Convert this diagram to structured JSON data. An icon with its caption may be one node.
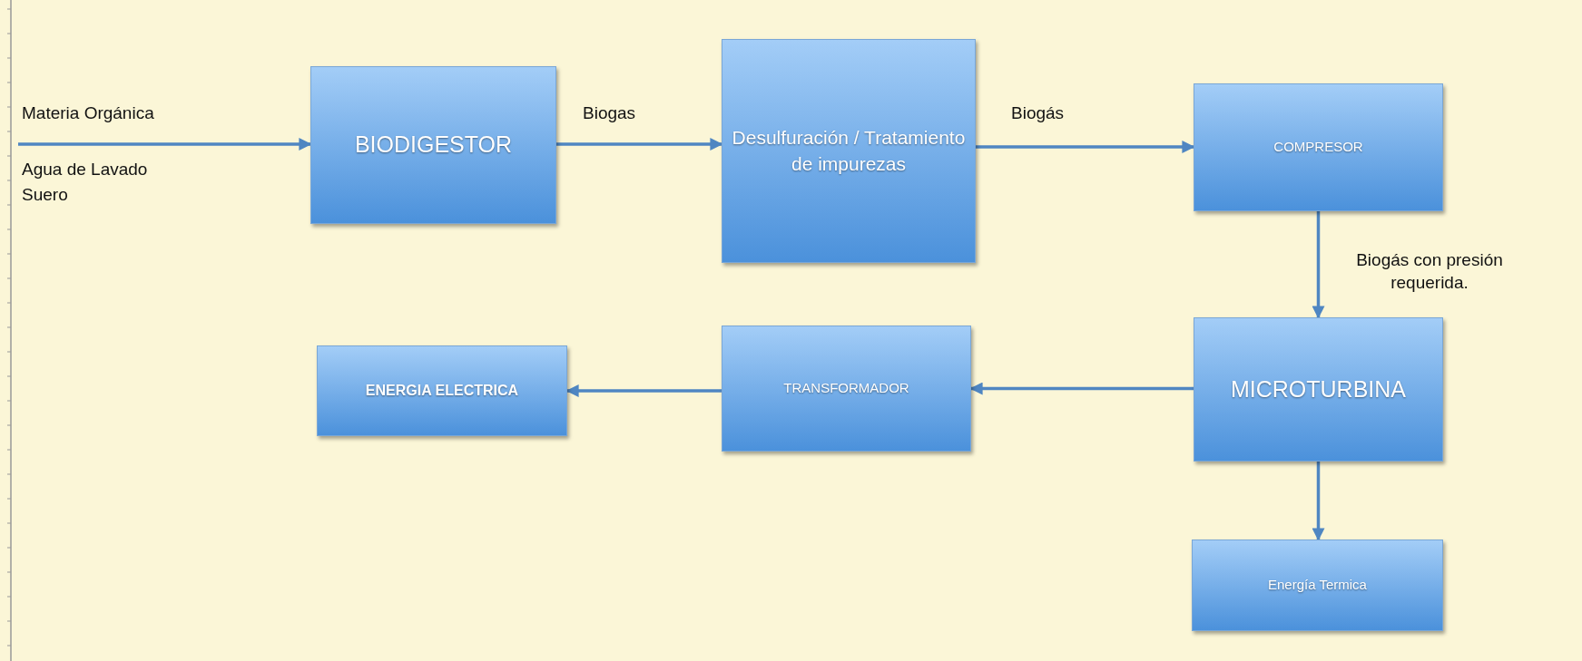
{
  "diagram": {
    "nodes": [
      {
        "text": [
          "BIODIGESTOR"
        ]
      },
      {
        "text": [
          "Desulfuración / Tratamiento de impurezas"
        ]
      },
      {
        "text": [
          "COMPRESOR"
        ]
      },
      {
        "text": [
          "MICROTURBINA"
        ]
      },
      {
        "text": [
          "TRANSFORMADOR"
        ]
      },
      {
        "text": [
          "ENERGIA ELECTRICA"
        ]
      },
      {
        "text": [
          "Energía Termica"
        ]
      }
    ],
    "edges": [
      {
        "from": null,
        "to": 0,
        "arrow": "to",
        "label": "Materia Orgánica"
      },
      {
        "from": 0,
        "to": 1,
        "arrow": "to",
        "label": "Biogas"
      },
      {
        "from": 1,
        "to": 2,
        "arrow": "to",
        "label": "Biogás"
      },
      {
        "from": 2,
        "to": 3,
        "arrow": "to",
        "label": "Biogás con presión requerida."
      },
      {
        "from": 3,
        "to": 4,
        "arrow": "to"
      },
      {
        "from": 4,
        "to": 5,
        "arrow": "to"
      },
      {
        "from": 3,
        "to": 6,
        "arrow": "to"
      }
    ],
    "labels": [
      "Agua de Lavado",
      "Suero"
    ]
  }
}
